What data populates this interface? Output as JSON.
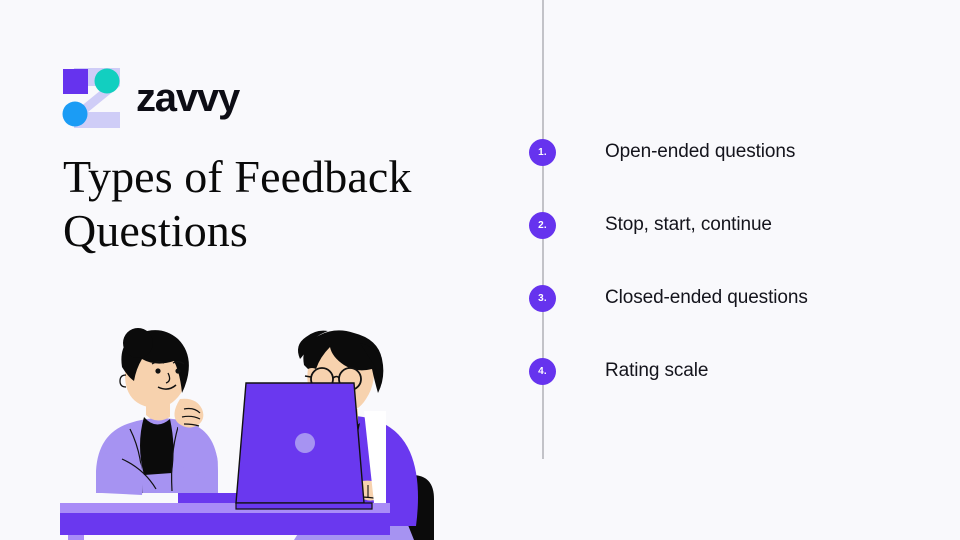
{
  "colors": {
    "background": "#f9f9fc",
    "accent_purple": "#6633ee",
    "logo_square": "#6633ee",
    "logo_teal": "#12cfc0",
    "logo_blue": "#1b9cf5",
    "logo_z": "#cfcdf7",
    "timeline_line": "#c3c3c8",
    "text_dark": "#0a0a0a",
    "skin": "#f7d2ae",
    "lavender": "#a693f2",
    "violet": "#6a38ef",
    "desk_top": "#a98cf7",
    "desk_body": "#6a38ef"
  },
  "brand": {
    "wordmark": "zavvy",
    "logo_name": "zavvy-logo"
  },
  "headline": {
    "text": "Types of Feedback Questions"
  },
  "illustration": {
    "name": "two-people-at-desk-with-laptop-illustration",
    "alt": "Two colleagues having a feedback conversation at a desk with a laptop"
  },
  "timeline": {
    "steps": [
      {
        "number": "1.",
        "label": "Open-ended questions"
      },
      {
        "number": "2.",
        "label": "Stop, start, continue"
      },
      {
        "number": "3.",
        "label": "Closed-ended questions"
      },
      {
        "number": "4.",
        "label": "Rating scale"
      }
    ]
  }
}
